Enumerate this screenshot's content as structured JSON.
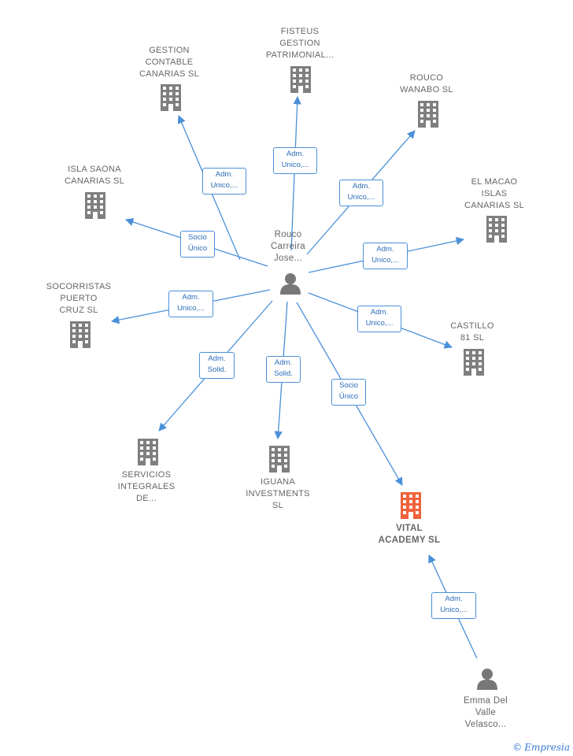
{
  "colors": {
    "edge": "#4a90d9",
    "building": "#7f7f7f",
    "focus_building": "#f0623a",
    "person": "#777777"
  },
  "center": {
    "label_lines": [
      "Rouco",
      "Carreira",
      "Jose..."
    ]
  },
  "companies": [
    {
      "id": "gestion",
      "label_lines": [
        "GESTION",
        "CONTABLE",
        "CANARIAS  SL"
      ],
      "edge_lines": [
        "Adm.",
        "Unico,..."
      ]
    },
    {
      "id": "fisteus",
      "label_lines": [
        "FISTEUS",
        "GESTION",
        "PATRIMONIAL..."
      ],
      "edge_lines": [
        "Adm.",
        "Unico,..."
      ]
    },
    {
      "id": "rouco",
      "label_lines": [
        "ROUCO",
        "WANABO SL"
      ],
      "edge_lines": [
        "Adm.",
        "Unico,..."
      ]
    },
    {
      "id": "isla",
      "label_lines": [
        "ISLA SAONA",
        "CANARIAS  SL"
      ],
      "edge_lines": [
        "Socio",
        "Único"
      ]
    },
    {
      "id": "macao",
      "label_lines": [
        "EL MACAO",
        "ISLAS",
        "CANARIAS  SL"
      ],
      "edge_lines": [
        "Adm.",
        "Unico,..."
      ]
    },
    {
      "id": "socorristas",
      "label_lines": [
        "SOCORRISTAS",
        "PUERTO",
        "CRUZ  SL"
      ],
      "edge_lines": [
        "Adm.",
        "Unico,..."
      ]
    },
    {
      "id": "castillo",
      "label_lines": [
        "CASTILLO",
        "81  SL"
      ],
      "edge_lines": [
        "Adm.",
        "Unico,..."
      ]
    },
    {
      "id": "servicios",
      "label_lines": [
        "SERVICIOS",
        "INTEGRALES",
        "DE..."
      ],
      "edge_lines": [
        "Adm.",
        "Solid."
      ]
    },
    {
      "id": "iguana",
      "label_lines": [
        "IGUANA",
        "INVESTMENTS",
        "SL"
      ],
      "edge_lines": [
        "Adm.",
        "Solid."
      ]
    },
    {
      "id": "vital",
      "label_lines": [
        "VITAL",
        "ACADEMY  SL"
      ],
      "edge_lines": [
        "Socio",
        "Único"
      ],
      "focus": true
    }
  ],
  "second_person": {
    "label_lines": [
      "Emma Del",
      "Valle",
      "Velasco..."
    ],
    "edge_lines": [
      "Adm.",
      "Unico,..."
    ]
  },
  "watermark": {
    "symbol": "©",
    "brand": "Empresia"
  }
}
